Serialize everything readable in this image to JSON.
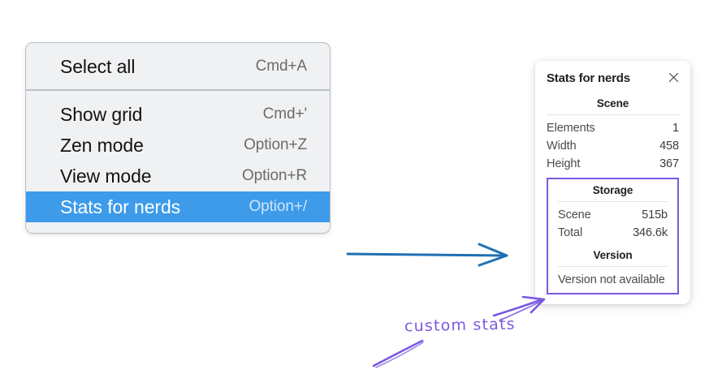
{
  "context_menu": {
    "groups": [
      {
        "items": [
          {
            "label": "Select all",
            "shortcut": "Cmd+A",
            "selected": false
          }
        ]
      },
      {
        "items": [
          {
            "label": "Show grid",
            "shortcut": "Cmd+'",
            "selected": false
          },
          {
            "label": "Zen mode",
            "shortcut": "Option+Z",
            "selected": false
          },
          {
            "label": "View mode",
            "shortcut": "Option+R",
            "selected": false
          },
          {
            "label": "Stats for nerds",
            "shortcut": "Option+/",
            "selected": true
          }
        ]
      }
    ],
    "highlight_color": "#3d9bea",
    "background_color": "#eff1f3"
  },
  "stats_panel": {
    "title": "Stats for nerds",
    "close_icon": "close-icon",
    "scene": {
      "heading": "Scene",
      "rows": [
        {
          "label": "Elements",
          "value": "1"
        },
        {
          "label": "Width",
          "value": "458"
        },
        {
          "label": "Height",
          "value": "367"
        }
      ]
    },
    "storage": {
      "heading": "Storage",
      "rows": [
        {
          "label": "Scene",
          "value": "515b"
        },
        {
          "label": "Total",
          "value": "346.6k"
        }
      ]
    },
    "version": {
      "heading": "Version",
      "text": "Version not available"
    },
    "highlight_border_color": "#7b58e0"
  },
  "annotations": {
    "handwritten_label": "custom stats",
    "blue_arrow_color": "#1f6fb2",
    "purple_arrow_color": "#7b58e0"
  }
}
